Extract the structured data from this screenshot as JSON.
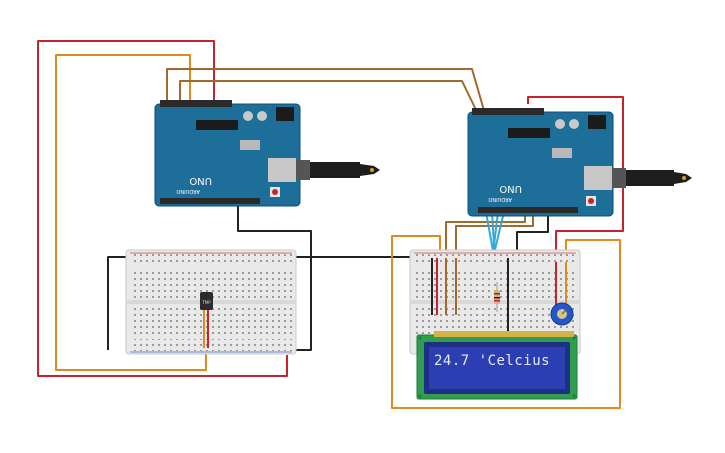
{
  "lcd": {
    "line1": "24.7 'Celcius"
  },
  "boards": {
    "left": {
      "model": "UNO",
      "brand": "ARDUINO"
    },
    "right": {
      "model": "UNO",
      "brand": "ARDUINO"
    }
  },
  "sensor": {
    "label": "TMP"
  },
  "colors": {
    "board": "#1d6e99",
    "board_dark": "#0f4f73",
    "breadboard": "#e9e9e9",
    "lcd_pcb": "#2f9e4f",
    "lcd_screen": "#2b3fb3",
    "wire_red": "#c8232c",
    "wire_orange": "#e08a1e",
    "wire_brown": "#a06a2c",
    "wire_black": "#222222",
    "wire_cyan": "#35a7d6",
    "pot": "#2456c8"
  }
}
